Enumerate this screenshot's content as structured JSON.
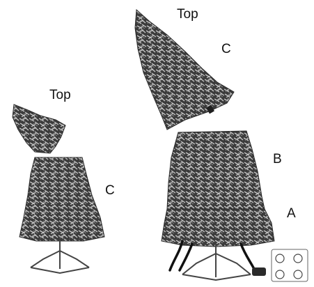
{
  "diagram": {
    "small_tree": {
      "top_label": "Top",
      "section_c_label": "C"
    },
    "large_tree": {
      "top_label": "Top",
      "section_c_label": "C",
      "section_b_label": "B",
      "section_a_label": "A"
    }
  }
}
